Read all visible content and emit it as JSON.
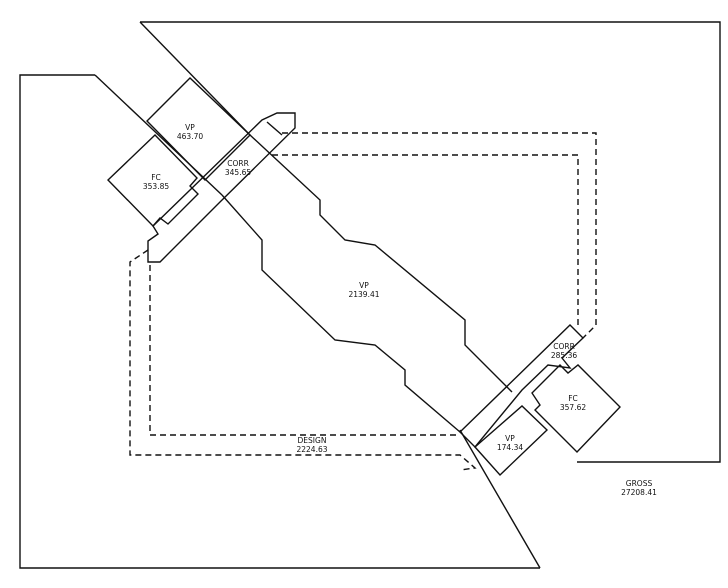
{
  "plan": {
    "areas": [
      {
        "name": "VP",
        "value": "463.70"
      },
      {
        "name": "FC",
        "value": "353.85"
      },
      {
        "name": "CORR",
        "value": "345.65"
      },
      {
        "name": "VP",
        "value": "2139.41"
      },
      {
        "name": "CORR",
        "value": "285.36"
      },
      {
        "name": "FC",
        "value": "357.62"
      },
      {
        "name": "VP",
        "value": "174.34"
      },
      {
        "name": "DESIGN",
        "value": "2224.63"
      },
      {
        "name": "GROSS",
        "value": "27208.41"
      }
    ]
  }
}
